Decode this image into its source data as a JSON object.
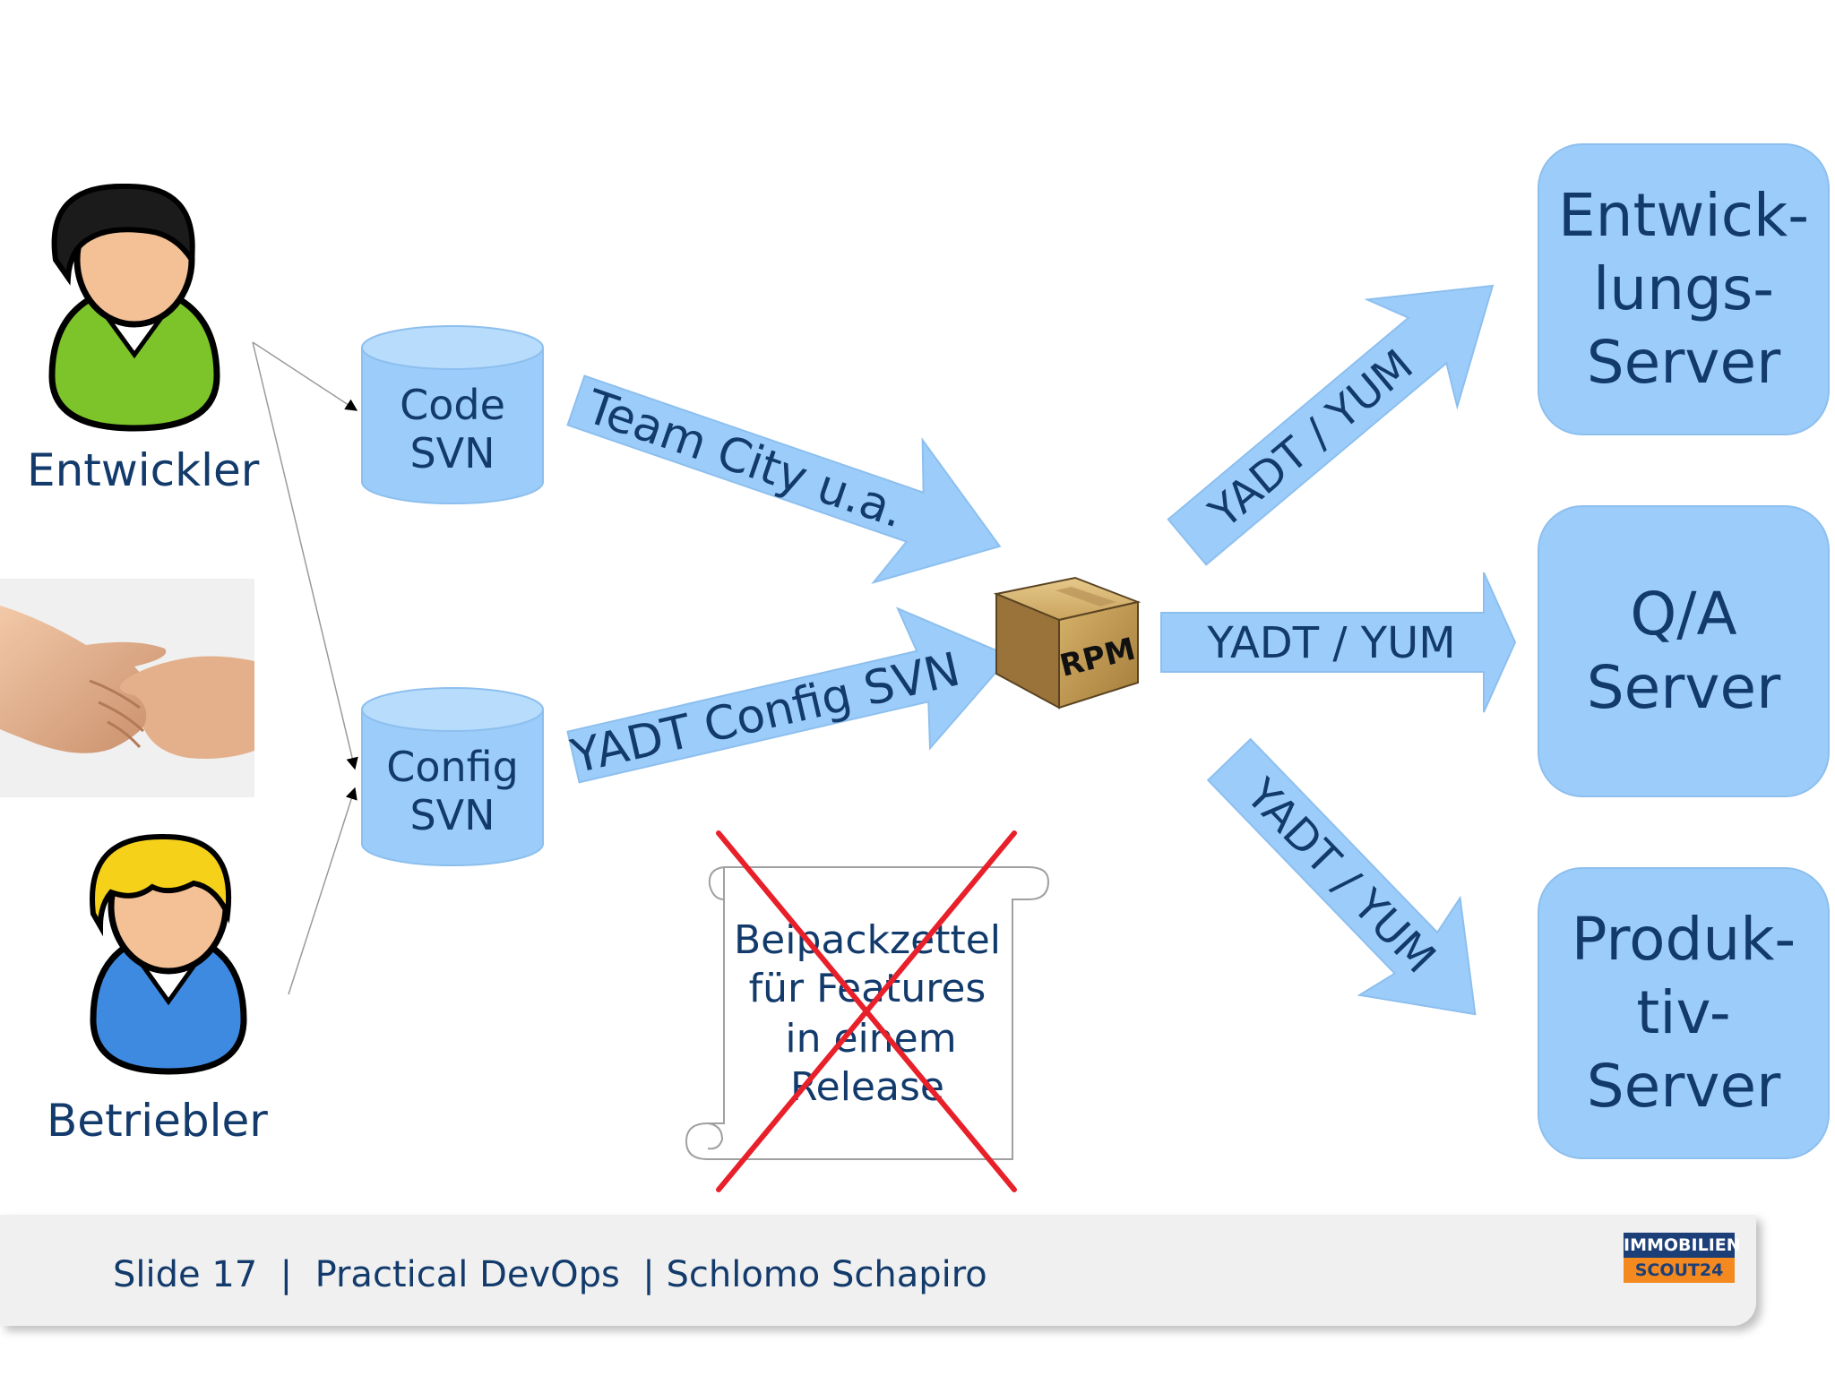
{
  "people": {
    "developer": {
      "label": "Entwickler"
    },
    "operator": {
      "label": "Betriebler"
    }
  },
  "repositories": {
    "code": {
      "line1": "Code",
      "line2": "SVN"
    },
    "config": {
      "line1": "Config",
      "line2": "SVN"
    }
  },
  "arrows": {
    "build": "Team City u.a.",
    "config": "YADT Config SVN",
    "to_dev": "YADT / YUM",
    "to_qa": "YADT / YUM",
    "to_prod": "YADT / YUM"
  },
  "package": {
    "label": "RPM"
  },
  "release_note": {
    "lines": [
      "Beipackzettel",
      "für Features",
      "in einem",
      "Release"
    ]
  },
  "servers": {
    "dev": {
      "lines": [
        "Entwick-",
        "lungs-",
        "Server"
      ]
    },
    "qa": {
      "lines": [
        "Q/A",
        "Server"
      ]
    },
    "prod": {
      "lines": [
        "Produk-",
        "tiv-",
        "Server"
      ]
    }
  },
  "footer": {
    "text": "Slide 17  |  Practical DevOps  | Schlomo Schapiro"
  },
  "logo": {
    "line1": "IMMOBILIEN",
    "line2": "SCOUT24"
  },
  "colors": {
    "shape_fill": "#9ccdfa",
    "text": "#123a6b",
    "cross": "#e8202a",
    "logo_blue": "#1c3f78",
    "logo_orange": "#f48a1f"
  }
}
